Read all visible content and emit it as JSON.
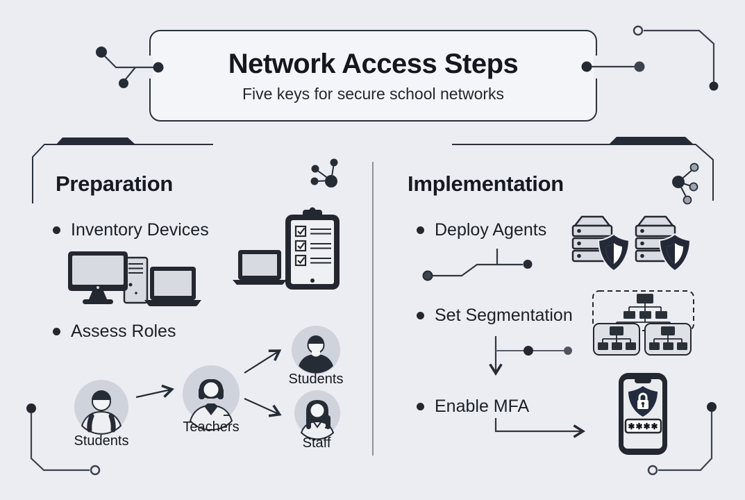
{
  "header": {
    "title": "Network Access Steps",
    "subtitle": "Five keys for secure school networks"
  },
  "left_column": {
    "heading": "Preparation",
    "items": [
      {
        "label": "Inventory Devices"
      },
      {
        "label": "Assess Roles"
      }
    ],
    "role_flow": {
      "source_label": "Students",
      "middle_label": "Teachers",
      "branch_top_label": "Students",
      "branch_bottom_label": "Staff"
    }
  },
  "right_column": {
    "heading": "Implementation",
    "items": [
      {
        "label": "Deploy Agents"
      },
      {
        "label": "Set Segmentation"
      },
      {
        "label": "Enable MFA"
      }
    ],
    "mfa_code": "✱✱✱✱"
  },
  "icons": {
    "left_header_icon": "network-nodes-icon",
    "right_header_icon": "network-nodes-icon",
    "inventory_icons": [
      "desktop-computer-icon",
      "pc-tower-icon",
      "laptop-icon",
      "laptop-icon",
      "checklist-clipboard-icon"
    ],
    "deploy_icons": [
      "server-shield-icon",
      "server-shield-icon"
    ],
    "segmentation_icon": "segmented-network-icon",
    "mfa_icon": "phone-shield-lock-icon"
  },
  "colors": {
    "background": "#EBEDF3",
    "ink": "#23272F",
    "panel": "#F3F5F9",
    "device_gray": "#D7DAE0",
    "avatar_gray": "#CFD3DB"
  }
}
